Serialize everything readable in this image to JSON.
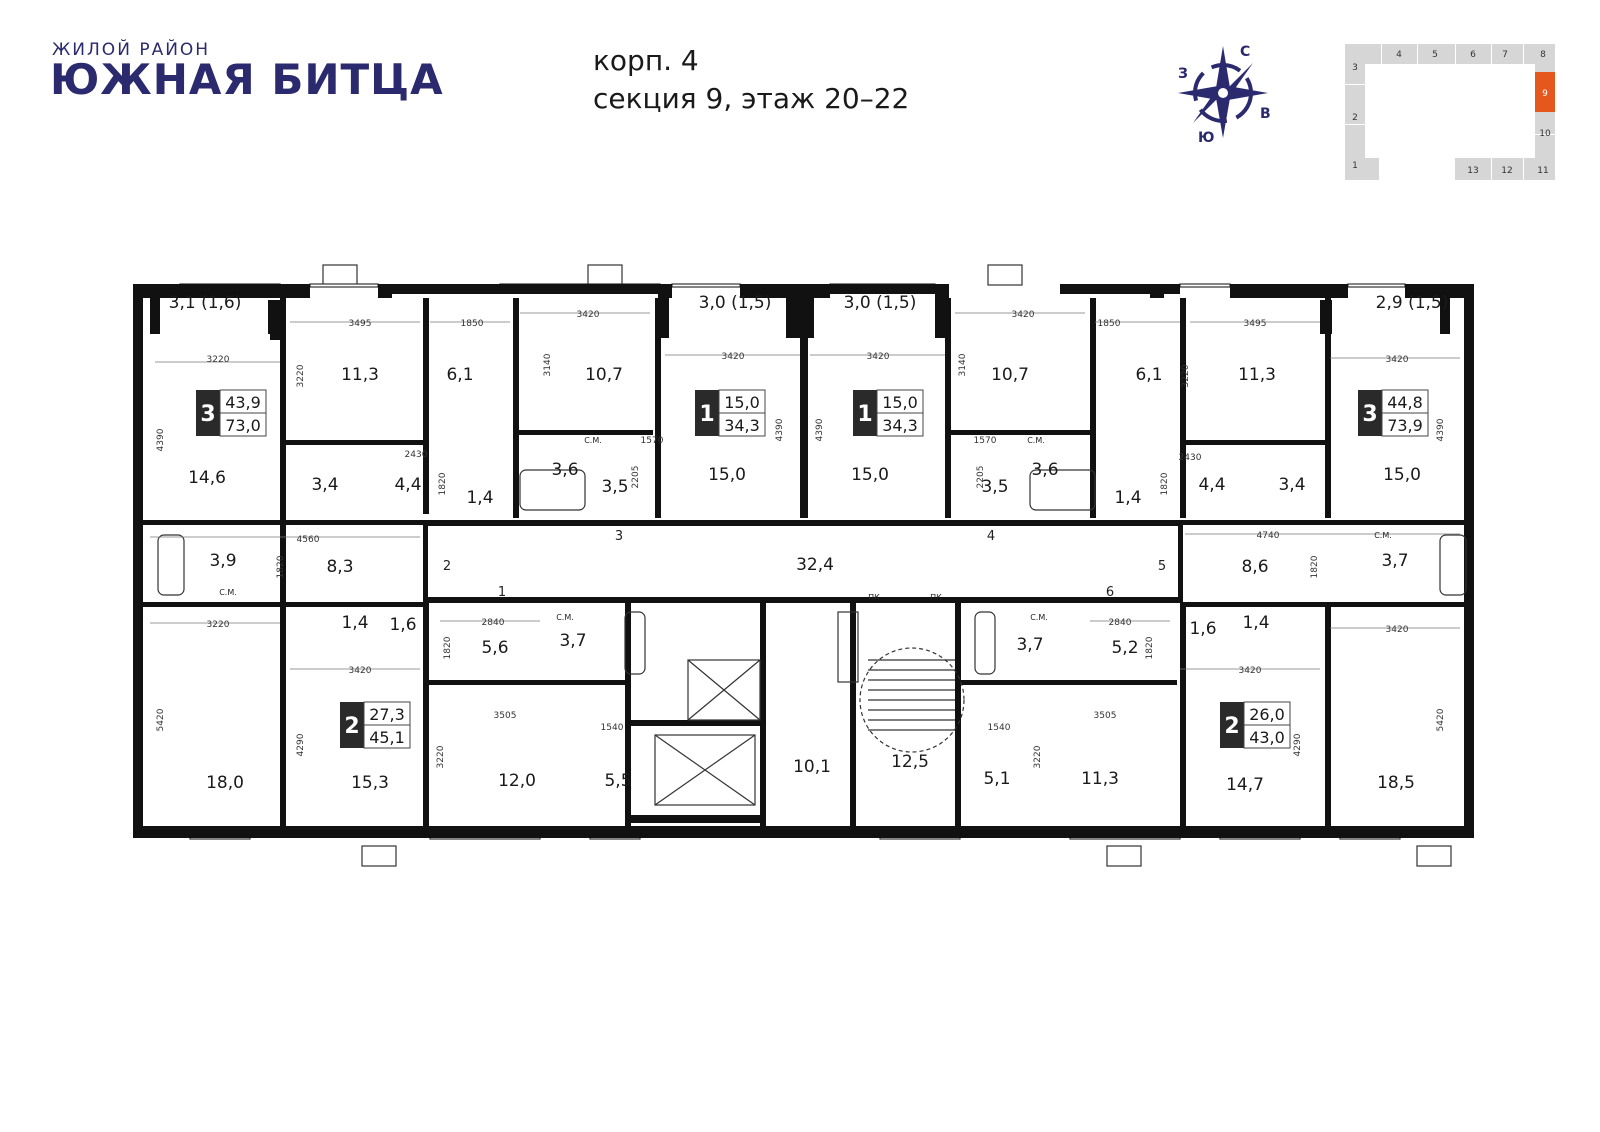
{
  "brand": {
    "subtitle": "ЖИЛОЙ РАЙОН",
    "name": "ЮЖНАЯ БИТЦА"
  },
  "title": {
    "line1": "корп. 4",
    "line2": "секция 9, этаж 20–22"
  },
  "compass": {
    "n": "С",
    "e": "В",
    "s": "Ю",
    "w": "З"
  },
  "colors": {
    "brand": "#2b2a6e",
    "accent": "#e6571d",
    "wall": "#111111",
    "section": "#d6d6d6"
  },
  "keyplan": {
    "top": [
      "4",
      "5",
      "6",
      "7",
      "8"
    ],
    "left": [
      "3",
      "2",
      "1"
    ],
    "right": [
      "9",
      "10"
    ],
    "bottom": [
      "13",
      "12",
      "11"
    ],
    "highlight": "9"
  },
  "apartments": [
    {
      "rooms": "3",
      "living": "43,9",
      "total": "73,0"
    },
    {
      "rooms": "1",
      "living": "15,0",
      "total": "34,3"
    },
    {
      "rooms": "1",
      "living": "15,0",
      "total": "34,3"
    },
    {
      "rooms": "3",
      "living": "44,8",
      "total": "73,9"
    },
    {
      "rooms": "2",
      "living": "27,3",
      "total": "45,1"
    },
    {
      "rooms": "2",
      "living": "26,0",
      "total": "43,0"
    }
  ],
  "rooms": [
    "3,1 (1,6)",
    "11,3",
    "6,1",
    "10,7",
    "3,0 (1,5)",
    "3,0 (1,5)",
    "10,7",
    "6,1",
    "11,3",
    "2,9 (1,5)",
    "14,6",
    "3,4",
    "4,4",
    "1,4",
    "3,6",
    "3,5",
    "15,0",
    "15,0",
    "3,5",
    "3,6",
    "1,4",
    "4,4",
    "3,4",
    "15,0",
    "3,9",
    "8,3",
    "32,4",
    "8,6",
    "3,7",
    "1,4",
    "1,6",
    "5,6",
    "3,7",
    "3,7",
    "5,2",
    "1,6",
    "1,4",
    "18,0",
    "15,3",
    "12,0",
    "5,5",
    "10,1",
    "12,5",
    "5,1",
    "11,3",
    "14,7",
    "18,5"
  ],
  "dims": [
    "3220",
    "3495",
    "1850",
    "3420",
    "3420",
    "3420",
    "3420",
    "1850",
    "3495",
    "3420",
    "4390",
    "3220",
    "3140",
    "4390",
    "4390",
    "3140",
    "3220",
    "4390",
    "2430",
    "1820",
    "1570",
    "2205",
    "2205",
    "1570",
    "1820",
    "2430",
    "4560",
    "1820",
    "4740",
    "1820",
    "3220",
    "2840",
    "1820",
    "3420",
    "2840",
    "1820",
    "3420",
    "3420",
    "5420",
    "4290",
    "3505",
    "1540",
    "3220",
    "1540",
    "3505",
    "3220",
    "4290",
    "5420"
  ],
  "doors": [
    "1",
    "2",
    "3",
    "4",
    "5",
    "6"
  ],
  "labels": {
    "sm": "С.М.",
    "pk": "ПК"
  }
}
